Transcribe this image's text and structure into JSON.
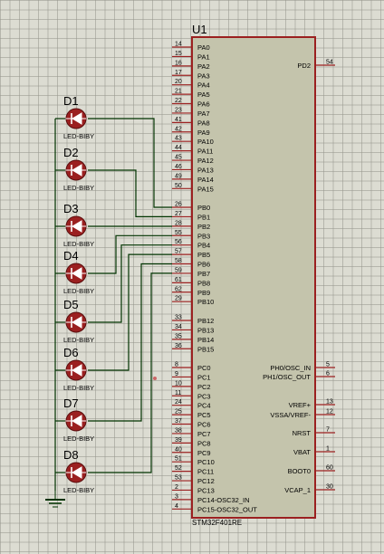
{
  "chip": {
    "ref": "U1",
    "part": "STM32F401RE",
    "left_pins": [
      {
        "num": "14",
        "name": "PA0"
      },
      {
        "num": "15",
        "name": "PA1"
      },
      {
        "num": "16",
        "name": "PA2"
      },
      {
        "num": "17",
        "name": "PA3"
      },
      {
        "num": "20",
        "name": "PA4"
      },
      {
        "num": "21",
        "name": "PA5"
      },
      {
        "num": "22",
        "name": "PA6"
      },
      {
        "num": "23",
        "name": "PA7"
      },
      {
        "num": "41",
        "name": "PA8"
      },
      {
        "num": "42",
        "name": "PA9"
      },
      {
        "num": "43",
        "name": "PA10"
      },
      {
        "num": "44",
        "name": "PA11"
      },
      {
        "num": "45",
        "name": "PA12"
      },
      {
        "num": "46",
        "name": "PA13"
      },
      {
        "num": "49",
        "name": "PA14"
      },
      {
        "num": "50",
        "name": "PA15"
      },
      {
        "num": "26",
        "name": "PB0"
      },
      {
        "num": "27",
        "name": "PB1"
      },
      {
        "num": "28",
        "name": "PB2"
      },
      {
        "num": "55",
        "name": "PB3"
      },
      {
        "num": "56",
        "name": "PB4"
      },
      {
        "num": "57",
        "name": "PB5"
      },
      {
        "num": "58",
        "name": "PB6"
      },
      {
        "num": "59",
        "name": "PB7"
      },
      {
        "num": "61",
        "name": "PB8"
      },
      {
        "num": "62",
        "name": "PB9"
      },
      {
        "num": "29",
        "name": "PB10"
      },
      {
        "num": "33",
        "name": "PB12"
      },
      {
        "num": "34",
        "name": "PB13"
      },
      {
        "num": "35",
        "name": "PB14"
      },
      {
        "num": "36",
        "name": "PB15"
      },
      {
        "num": "8",
        "name": "PC0"
      },
      {
        "num": "9",
        "name": "PC1"
      },
      {
        "num": "10",
        "name": "PC2"
      },
      {
        "num": "11",
        "name": "PC3"
      },
      {
        "num": "24",
        "name": "PC4"
      },
      {
        "num": "25",
        "name": "PC5"
      },
      {
        "num": "37",
        "name": "PC6"
      },
      {
        "num": "38",
        "name": "PC7"
      },
      {
        "num": "39",
        "name": "PC8"
      },
      {
        "num": "40",
        "name": "PC9"
      },
      {
        "num": "51",
        "name": "PC10"
      },
      {
        "num": "52",
        "name": "PC11"
      },
      {
        "num": "53",
        "name": "PC12"
      },
      {
        "num": "2",
        "name": "PC13"
      },
      {
        "num": "3",
        "name": "PC14-OSC32_IN"
      },
      {
        "num": "4",
        "name": "PC15-OSC32_OUT"
      }
    ],
    "right_pins": [
      {
        "num": "54",
        "name": "PD2"
      },
      {
        "num": "5",
        "name": "PH0/OSC_IN"
      },
      {
        "num": "6",
        "name": "PH1/OSC_OUT"
      },
      {
        "num": "13",
        "name": "VREF+"
      },
      {
        "num": "12",
        "name": "VSSA/VREF-"
      },
      {
        "num": "7",
        "name": "NRST"
      },
      {
        "num": "1",
        "name": "VBAT"
      },
      {
        "num": "60",
        "name": "BOOT0"
      },
      {
        "num": "30",
        "name": "VCAP_1"
      }
    ]
  },
  "leds": [
    {
      "ref": "D1",
      "part": "LED-BIBY"
    },
    {
      "ref": "D2",
      "part": "LED-BIBY"
    },
    {
      "ref": "D3",
      "part": "LED-BIBY"
    },
    {
      "ref": "D4",
      "part": "LED-BIBY"
    },
    {
      "ref": "D5",
      "part": "LED-BIBY"
    },
    {
      "ref": "D6",
      "part": "LED-BIBY"
    },
    {
      "ref": "D7",
      "part": "LED-BIBY"
    },
    {
      "ref": "D8",
      "part": "LED-BIBY"
    }
  ],
  "colors": {
    "chip_fill": "#c4c4ac",
    "chip_border": "#9b2020",
    "wire": "#003300",
    "pin_line": "#9b2020",
    "led": "#9b2020",
    "ground": "#003300"
  }
}
